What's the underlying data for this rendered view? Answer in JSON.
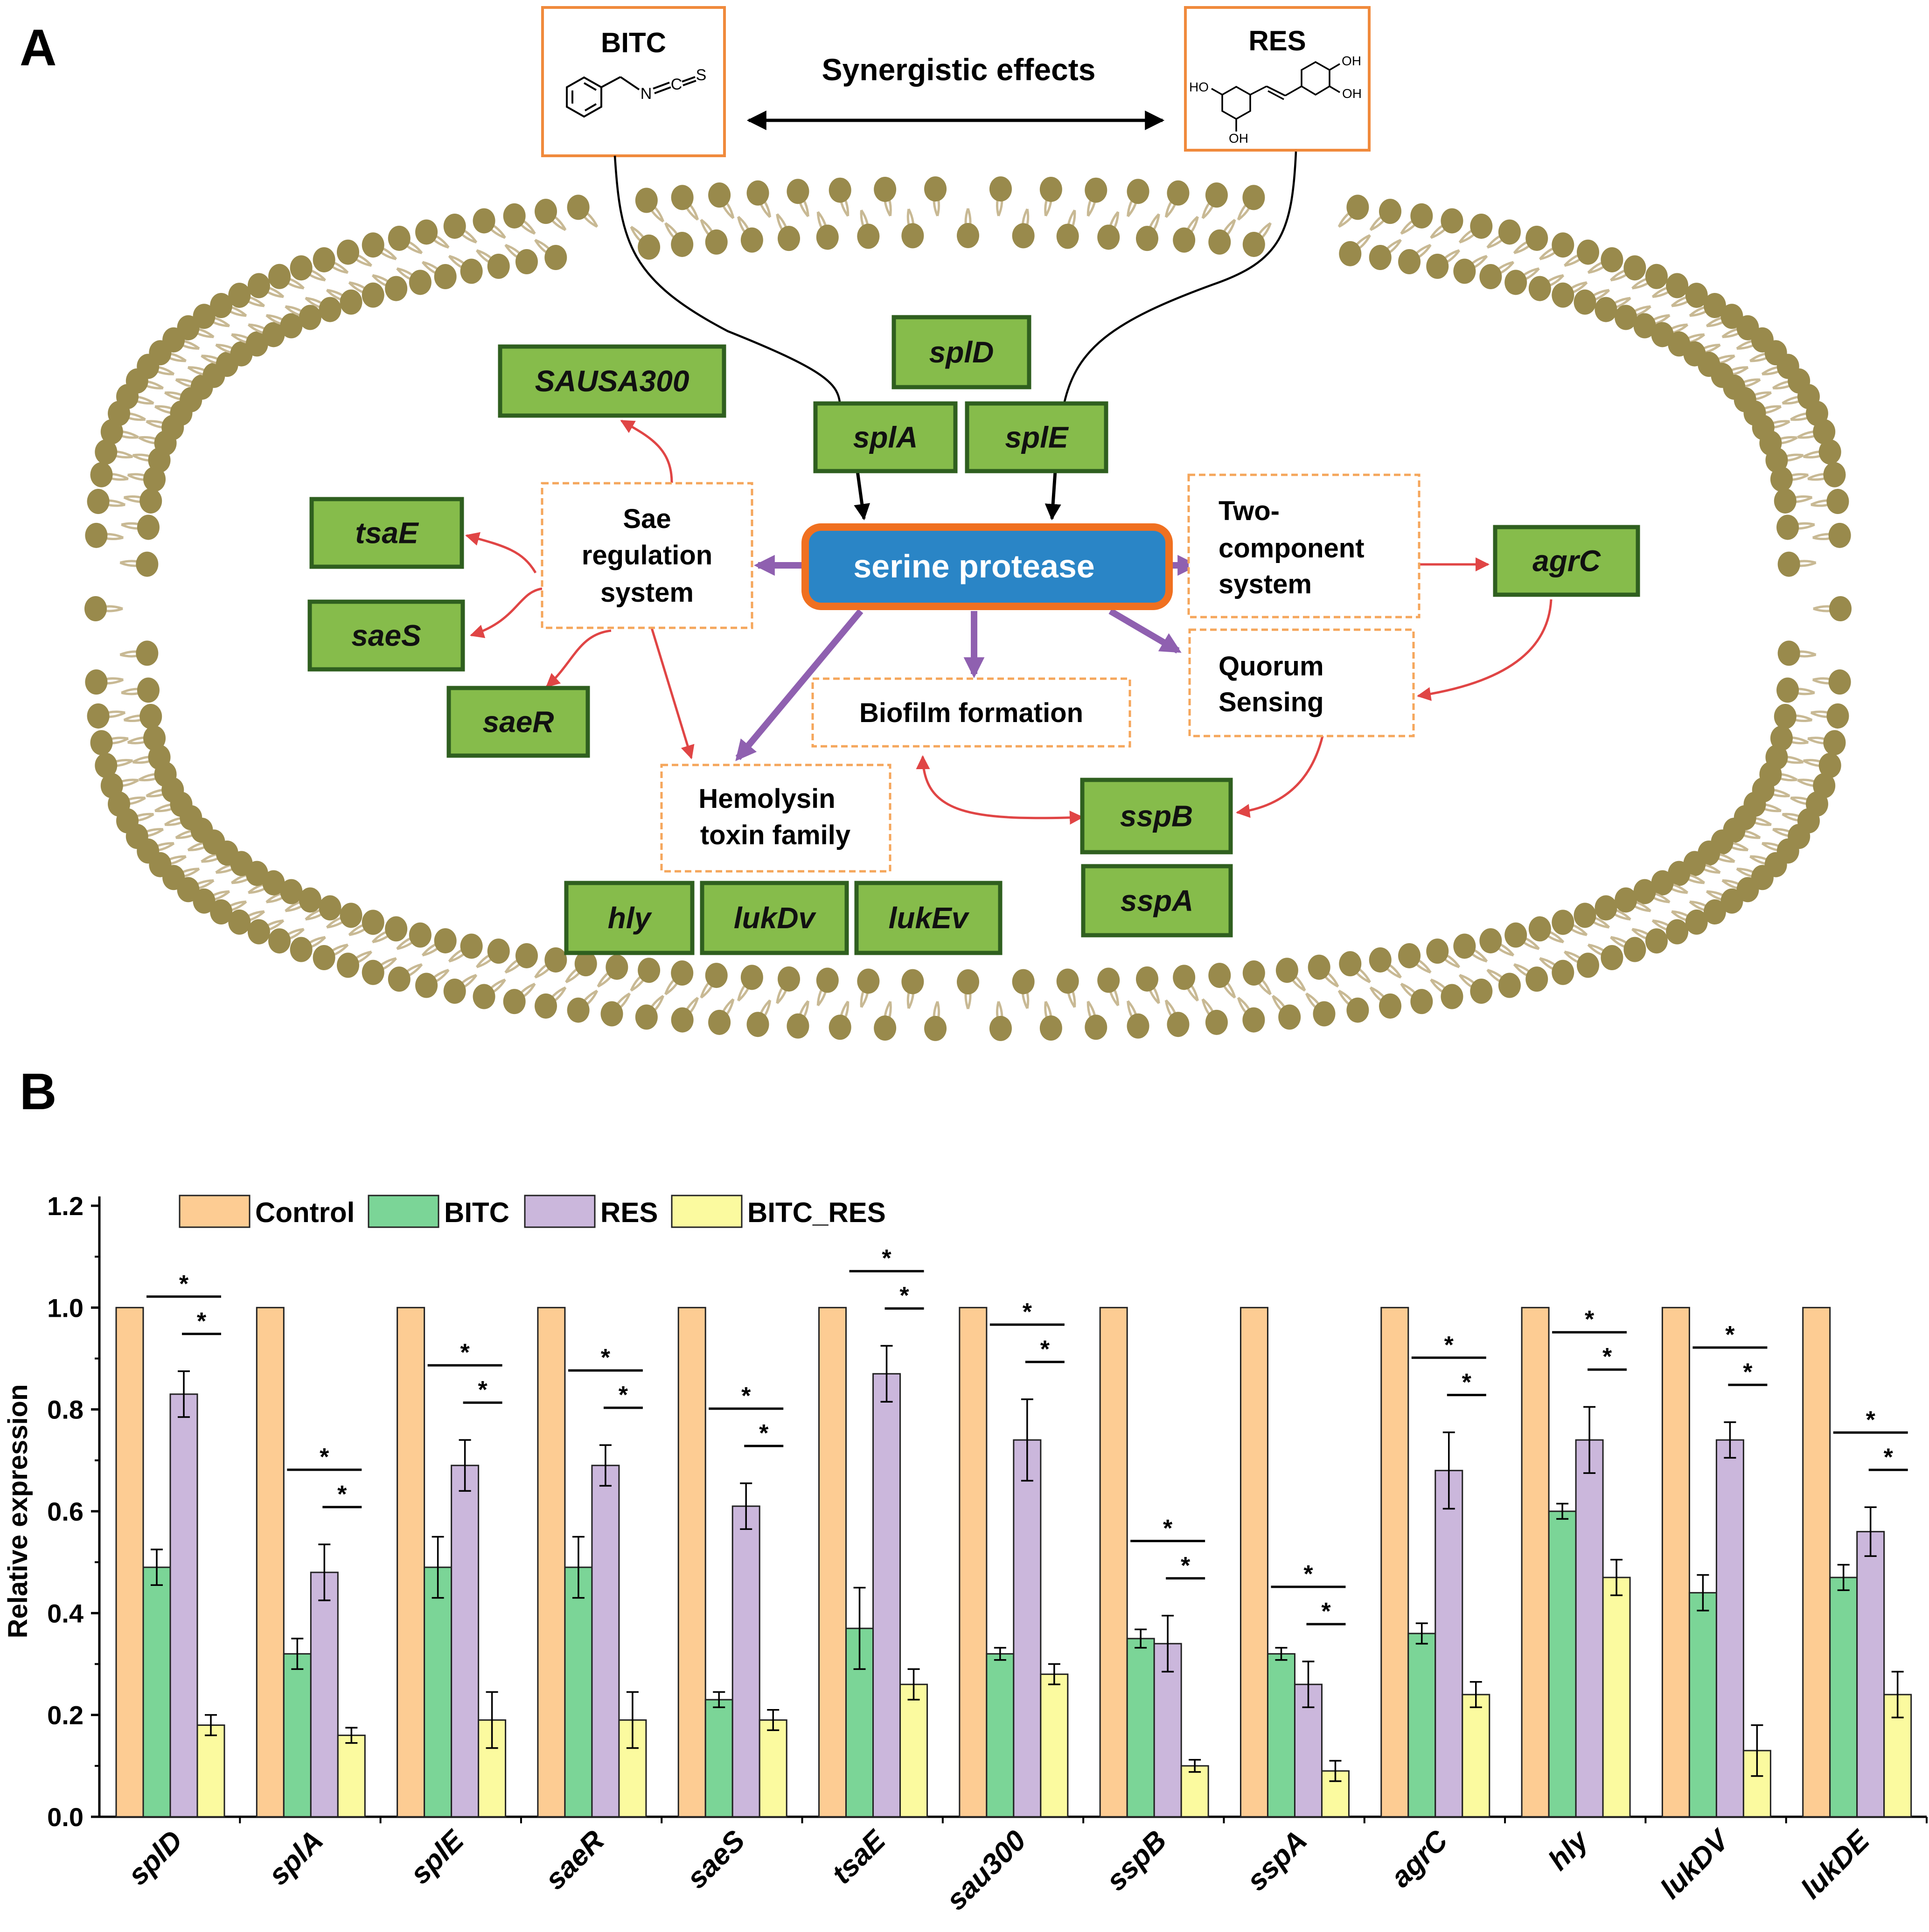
{
  "panel_a": {
    "label": "A",
    "compounds": [
      {
        "name": "BITC",
        "structure": "benzyl isothiocyanate",
        "atoms": {
          "n": "N",
          "c": "C",
          "s": "S"
        }
      },
      {
        "name": "RES",
        "structure": "resveratrol",
        "atoms": {
          "oh1": "OH",
          "oh2": "OH",
          "oh3": "HO",
          "oh4": "OH"
        }
      }
    ],
    "synergy_label": "Synergistic effects",
    "central_node": "serine protease",
    "boxes": {
      "sae": [
        "Sae",
        "regulation",
        "system"
      ],
      "two_component": [
        "Two-",
        "component",
        "system"
      ],
      "quorum": [
        "Quorum",
        "Sensing"
      ],
      "biofilm": [
        "Biofilm formation"
      ],
      "hemolysin": [
        "Hemolysin",
        "toxin family"
      ]
    },
    "genes": [
      "splD",
      "splA",
      "splE",
      "SAUSA300",
      "tsaE",
      "saeS",
      "saeR",
      "agrC",
      "sspB",
      "sspA",
      "hly",
      "lukDv",
      "lukEv"
    ],
    "colors": {
      "gene_fill": "#86bc4b",
      "gene_border": "#2f5f1f",
      "central_fill": "#2a85c6",
      "central_border": "#f07020",
      "box_border": "#f5a65b",
      "compound_border": "#f08a3c",
      "red_arrow": "#e04545",
      "purple_arrow": "#8f60b0",
      "membrane_head": "#998a4c",
      "membrane_tail": "#c8b994"
    }
  },
  "panel_b": {
    "label": "B",
    "legend": [
      "Control",
      "BITC",
      "RES",
      "BITC_RES"
    ],
    "significance_mark": "*",
    "chart_data": {
      "type": "bar",
      "categories": [
        "splD",
        "splA",
        "splE",
        "saeR",
        "saeS",
        "tsaE",
        "sau300",
        "sspB",
        "sspA",
        "agrC",
        "hly",
        "lukDV",
        "lukDE"
      ],
      "ylabel": "Relative expression",
      "ylim": [
        0,
        1.2
      ],
      "yticks": [
        "0.0",
        "0.2",
        "0.4",
        "0.6",
        "0.8",
        "1.0",
        "1.2"
      ],
      "series": [
        {
          "name": "Control",
          "color": "#fdcc93",
          "values": [
            1.0,
            1.0,
            1.0,
            1.0,
            1.0,
            1.0,
            1.0,
            1.0,
            1.0,
            1.0,
            1.0,
            1.0,
            1.0
          ],
          "errors": [
            0,
            0,
            0,
            0,
            0,
            0,
            0,
            0,
            0,
            0,
            0,
            0,
            0
          ]
        },
        {
          "name": "BITC",
          "color": "#7bd597",
          "values": [
            0.49,
            0.32,
            0.49,
            0.49,
            0.23,
            0.37,
            0.32,
            0.35,
            0.32,
            0.36,
            0.6,
            0.44,
            0.47
          ],
          "errors": [
            0.035,
            0.03,
            0.06,
            0.06,
            0.015,
            0.08,
            0.012,
            0.018,
            0.012,
            0.02,
            0.015,
            0.035,
            0.025
          ]
        },
        {
          "name": "RES",
          "color": "#cbb7dc",
          "values": [
            0.83,
            0.48,
            0.69,
            0.69,
            0.61,
            0.87,
            0.74,
            0.34,
            0.26,
            0.68,
            0.74,
            0.74,
            0.56
          ],
          "errors": [
            0.045,
            0.055,
            0.05,
            0.04,
            0.045,
            0.055,
            0.08,
            0.055,
            0.045,
            0.075,
            0.065,
            0.035,
            0.048
          ]
        },
        {
          "name": "BITC_RES",
          "color": "#fbfa9f",
          "values": [
            0.18,
            0.16,
            0.19,
            0.19,
            0.19,
            0.26,
            0.28,
            0.1,
            0.09,
            0.24,
            0.47,
            0.13,
            0.24
          ],
          "errors": [
            0.02,
            0.015,
            0.055,
            0.055,
            0.02,
            0.03,
            0.02,
            0.012,
            0.02,
            0.025,
            0.035,
            0.05,
            0.045
          ]
        }
      ],
      "grid": false,
      "legend_position": "top-left"
    }
  }
}
